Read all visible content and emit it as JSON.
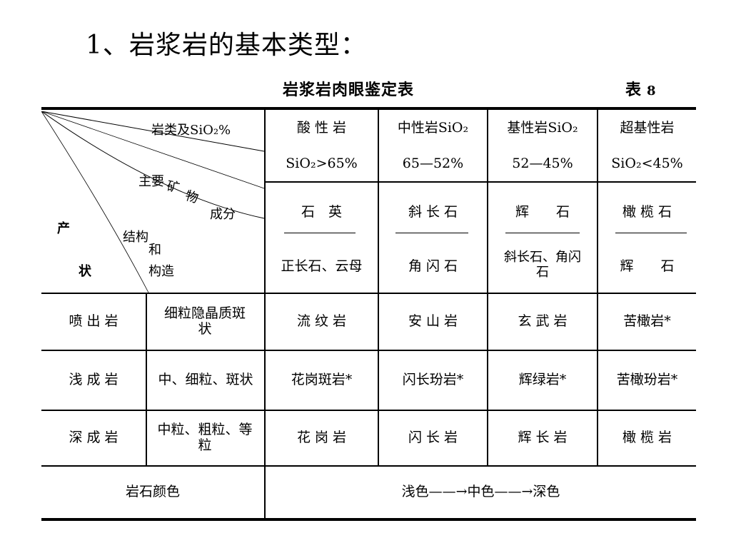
{
  "slide_title": "1、岩浆岩的基本类型：",
  "table": {
    "title": "岩浆岩肉眼鉴定表",
    "number_label": "表",
    "number_value": "8",
    "corner": {
      "top_label": "岩类及SiO₂%",
      "mineral_label_1": "主要",
      "mineral_label_2": "矿",
      "mineral_label_3": "物",
      "mineral_label_4": "成分",
      "structure_label_1": "结构",
      "structure_label_2": "和",
      "structure_label_3": "构造",
      "occurrence_label_1": "产",
      "occurrence_label_2": "状"
    },
    "headers": [
      {
        "name": "酸 性 岩",
        "sio2": "SiO₂>65%"
      },
      {
        "name": "中性岩SiO₂",
        "sio2": "65—52%"
      },
      {
        "name": "基性岩SiO₂",
        "sio2": "52—45%"
      },
      {
        "name": "超基性岩",
        "sio2": "SiO₂<45%"
      }
    ],
    "minerals_primary": [
      "石　英",
      "斜 长 石",
      "辉　　石",
      "橄 榄 石"
    ],
    "minerals_secondary": [
      "正长石、云母",
      "角 闪 石",
      "斜长石、角闪石",
      "辉　　石"
    ],
    "rows": [
      {
        "occurrence": "喷 出 岩",
        "structure": "细粒隐晶质斑状",
        "rocks": [
          "流 纹 岩",
          "安 山 岩",
          "玄 武 岩",
          "苦橄岩*"
        ]
      },
      {
        "occurrence": "浅 成 岩",
        "structure": "中、细粒、斑状",
        "rocks": [
          "花岗斑岩*",
          "闪长玢岩*",
          "辉绿岩*",
          "苦橄玢岩*"
        ]
      },
      {
        "occurrence": "深 成 岩",
        "structure": "中粒、粗粒、等粒",
        "rocks": [
          "花 岗 岩",
          "闪 长 岩",
          "辉 长 岩",
          "橄 榄 岩"
        ]
      }
    ],
    "color_row": {
      "label": "岩石颜色",
      "value": "浅色——→中色——→深色"
    }
  }
}
